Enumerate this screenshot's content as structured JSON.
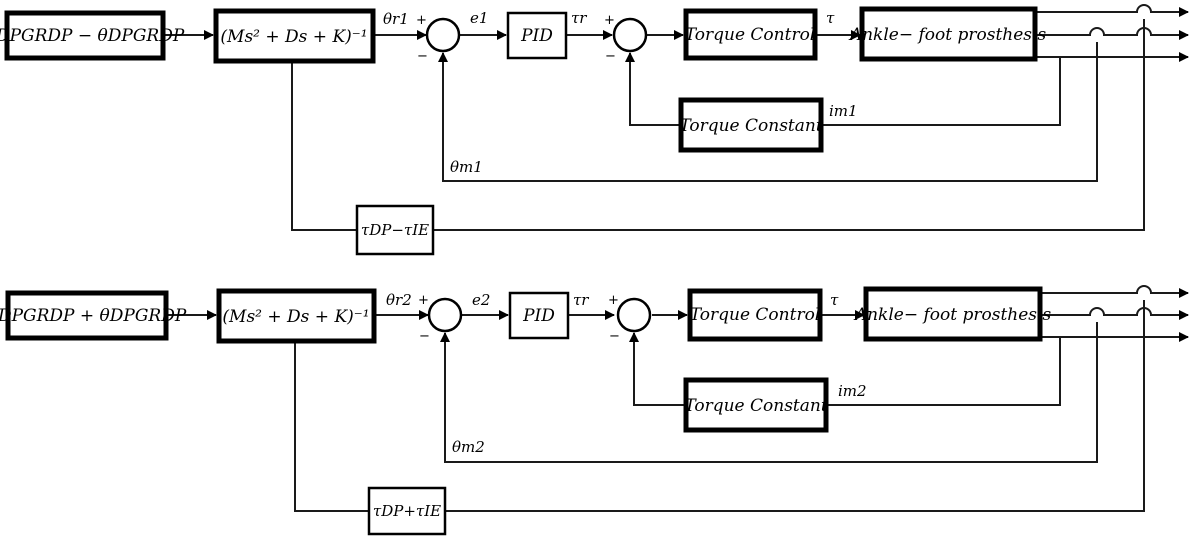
{
  "loops": [
    {
      "id": "loop1",
      "input_block": {
        "main": "θDPGRDP − θDPGRDP"
      },
      "plant_block": {
        "main": "(Ms² + Ds + K)⁻¹"
      },
      "ref_signal": {
        "main": "θr1"
      },
      "error_signal": {
        "main": "e1"
      },
      "pid_block": {
        "main": "PID"
      },
      "torque_ref": {
        "main": "τr"
      },
      "torque_control_block": {
        "main": "Torque Control"
      },
      "torque_signal": {
        "main": "τ"
      },
      "prosthesis_block": {
        "main": "Ankle− foot prosthesis"
      },
      "torque_constant_block": {
        "main": "Torque Constant"
      },
      "current_signal": {
        "main": "im1"
      },
      "motor_angle_signal": {
        "main": "θm1"
      },
      "disturbance_block": {
        "main": "τDP−τIE"
      },
      "plus1": "+",
      "minus1": "−",
      "plus2": "+",
      "minus2": "−"
    },
    {
      "id": "loop2",
      "input_block": {
        "main": "θDPGRDP + θDPGRDP"
      },
      "plant_block": {
        "main": "(Ms² + Ds + K)⁻¹"
      },
      "ref_signal": {
        "main": "θr2"
      },
      "error_signal": {
        "main": "e2"
      },
      "pid_block": {
        "main": "PID"
      },
      "torque_ref": {
        "main": "τr"
      },
      "torque_control_block": {
        "main": "Torque Control"
      },
      "torque_signal": {
        "main": "τ"
      },
      "prosthesis_block": {
        "main": "Ankle− foot prosthesis"
      },
      "torque_constant_block": {
        "main": "Torque Constant"
      },
      "current_signal": {
        "main": "im2"
      },
      "motor_angle_signal": {
        "main": "θm2"
      },
      "disturbance_block": {
        "main": "τDP+τIE"
      },
      "plus1": "+",
      "minus1": "−",
      "plus2": "+",
      "minus2": "−"
    }
  ]
}
